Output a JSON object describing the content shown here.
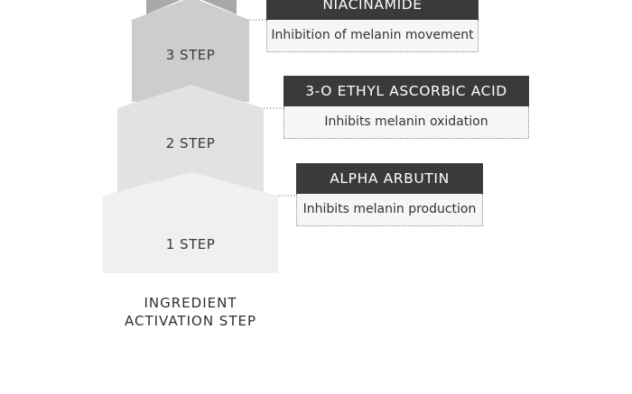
{
  "steps": [
    {
      "label": "1 STEP",
      "fill": "#f0f0f0"
    },
    {
      "label": "2 STEP",
      "fill": "#e2e2e2"
    },
    {
      "label": "3 STEP",
      "fill": "#cdcdcd"
    },
    {
      "label": "",
      "fill": "#a9a9a9"
    }
  ],
  "ingredients": [
    {
      "name": "ALPHA ARBUTIN",
      "effect": "Inhibits melanin production"
    },
    {
      "name": "3-O ETHYL ASCORBIC ACID",
      "effect": "Inhibits melanin oxidation"
    },
    {
      "name": "NIACINAMIDE",
      "effect": "Inhibition of melanin movement"
    }
  ],
  "caption": {
    "line1": "INGREDIENT",
    "line2": "ACTIVATION STEP"
  },
  "colors": {
    "card_title_bg": "#3a3a3a",
    "card_desc_bg": "#f6f6f6",
    "connector": "#8a8a8a"
  }
}
